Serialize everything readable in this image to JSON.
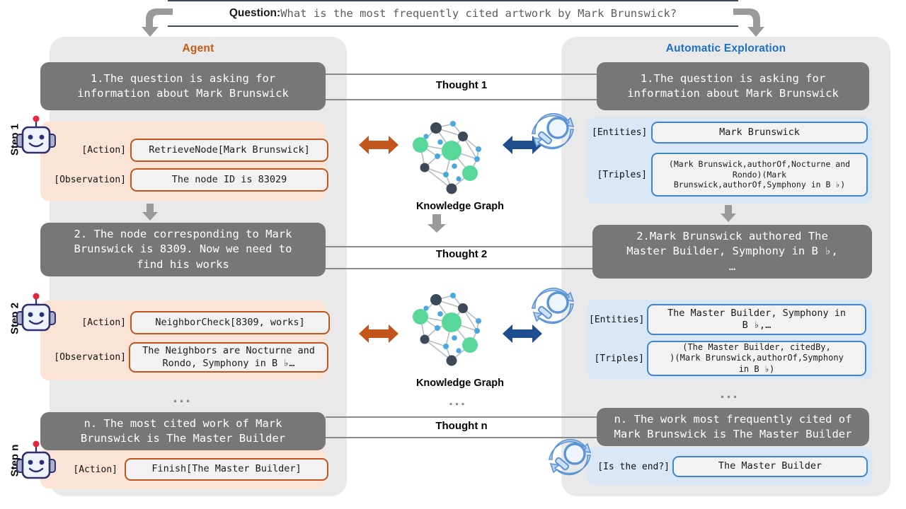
{
  "question": {
    "label": "Question:",
    "text": "What is the most frequently cited artwork by Mark Brunswick?"
  },
  "panels": {
    "agent": {
      "title": "Agent",
      "accent": "#c85a13"
    },
    "auto": {
      "title": "Automatic Exploration",
      "accent": "#1c70c8"
    }
  },
  "steps": [
    {
      "label": "Step 1"
    },
    {
      "label": "Step 2"
    },
    {
      "label": "Step n"
    }
  ],
  "agent": {
    "thoughts": [
      "1.The question is asking for\ninformation about Mark Brunswick",
      "2. The node corresponding to Mark\nBrunswick is 8309. Now we need to\nfind his works",
      "n. The most cited work of Mark\nBrunswick is The Master Builder"
    ],
    "action_key": "[Action]",
    "observation_key": "[Observation]",
    "actions": [
      "RetrieveNode[Mark Brunswick]",
      "NeighborCheck[8309, works]",
      "Finish[The Master Builder]"
    ],
    "observations": [
      "The node ID is 83029",
      "The Neighbors are Nocturne and\nRondo, Symphony in B ♭…"
    ]
  },
  "auto": {
    "thoughts": [
      "1.The question is asking for\ninformation about Mark Brunswick",
      "2.Mark Brunswick authored The\nMaster Builder, Symphony in B ♭,\n…",
      "n. The work most frequently cited of\nMark Brunswick is The Master Builder"
    ],
    "entities_key": "[Entities]",
    "triples_key": "[Triples]",
    "end_key": "[Is the end?]",
    "entities": [
      "Mark Brunswick",
      "The Master Builder, Symphony in\nB ♭,…"
    ],
    "triples": [
      "(Mark Brunswick,authorOf,Nocturne and\nRondo)(Mark\nBrunswick,authorOf,Symphony in B ♭)",
      "(The Master Builder, citedBy,\n)(Mark Brunswick,authorOf,Symphony\nin B ♭)"
    ],
    "end_answer": "The Master Builder"
  },
  "middle": {
    "thought_labels": [
      "Thought 1",
      "Thought 2",
      "Thought n"
    ],
    "kg_caption": "Knowledge Graph",
    "ellipsis": "..."
  },
  "icons": {
    "robot": "robot-icon",
    "magnifier": "magnifier-refresh-icon",
    "left_arrow": "orange-double-arrow-icon",
    "right_arrow": "blue-double-arrow-icon",
    "down_arrow": "gray-down-arrow-icon",
    "curved_arrow": "curved-gray-arrow-icon"
  },
  "colors": {
    "agent_accent": "#c85a13",
    "auto_accent": "#1c70c8",
    "thought_bg": "#777777",
    "peach_bg": "#fbe4d5",
    "blue_bg": "#d9e7f7",
    "panel_bg": "#e9e9e9",
    "node_green": "#57d79a",
    "node_navy": "#3c4a58",
    "node_blue": "#4aa8de"
  }
}
